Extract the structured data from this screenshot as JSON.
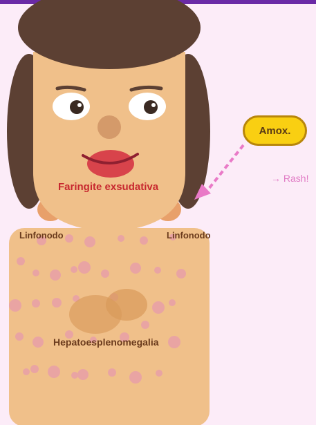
{
  "labels": {
    "pharyngitis": "Faringite exsudativa",
    "lymph_node_left": "Linfonodo",
    "lymph_node_right": "Linfonodo",
    "hepatosplenomegaly": "Hepatoesplenomegalia",
    "drug": "Amox.",
    "rash": "→ Rash!"
  },
  "colors": {
    "header_bar": "#6a2aa6",
    "background": "#fcecf8",
    "skin": "#f0c08a",
    "hair": "#5c4033",
    "lips": "#d8434b",
    "rash_spots": "#e8a0a8",
    "drug_pill": "#f9cf12",
    "arrow": "#e97ac7",
    "organs": "#d89a5a"
  },
  "icons": [
    "face",
    "hair",
    "eyes",
    "nose",
    "lips",
    "lymph-nodes",
    "torso-rash",
    "liver",
    "spleen",
    "dashed-arrow",
    "pill"
  ]
}
